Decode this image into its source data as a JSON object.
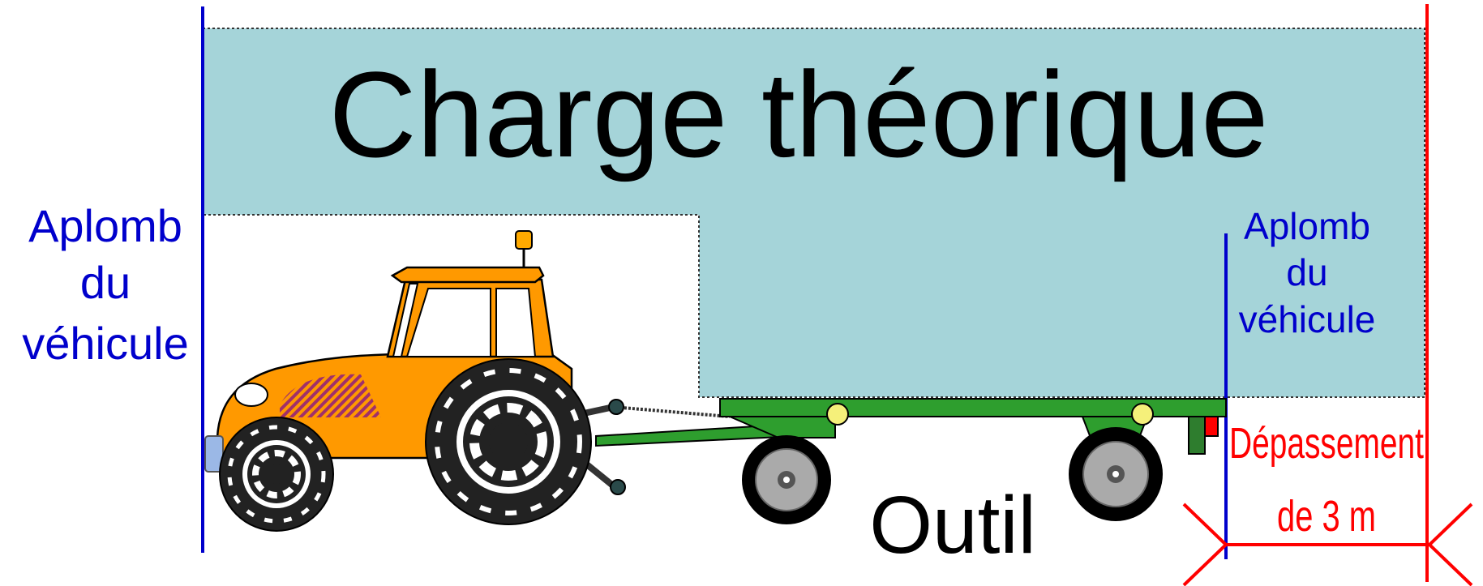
{
  "title": "Charge théorique",
  "left_label": {
    "line1": "Aplomb",
    "line2": "du",
    "line3": "véhicule"
  },
  "right_label": {
    "line1": "Aplomb",
    "line2": "du",
    "line3": "véhicule"
  },
  "overhang_label": {
    "line1": "Dépassement",
    "line2": "de 3 m"
  },
  "tool_label": "Outil",
  "colors": {
    "load": "#a5d4d9",
    "vertical_blue": "#0000cc",
    "overhang_red": "#ff0000",
    "tractor_body": "#ff9900",
    "trailer_green": "#2e9e2e",
    "tire": "#222222"
  }
}
